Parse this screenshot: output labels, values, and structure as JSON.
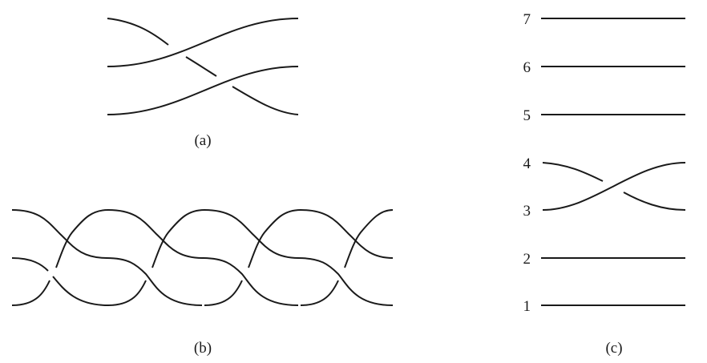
{
  "captions": {
    "a": "(a)",
    "b": "(b)",
    "c": "(c)"
  },
  "panel_c": {
    "levels": [
      "1",
      "2",
      "3",
      "4",
      "5",
      "6",
      "7"
    ]
  },
  "colors": {
    "ink": "#1a1a1a",
    "background": "#ffffff"
  }
}
